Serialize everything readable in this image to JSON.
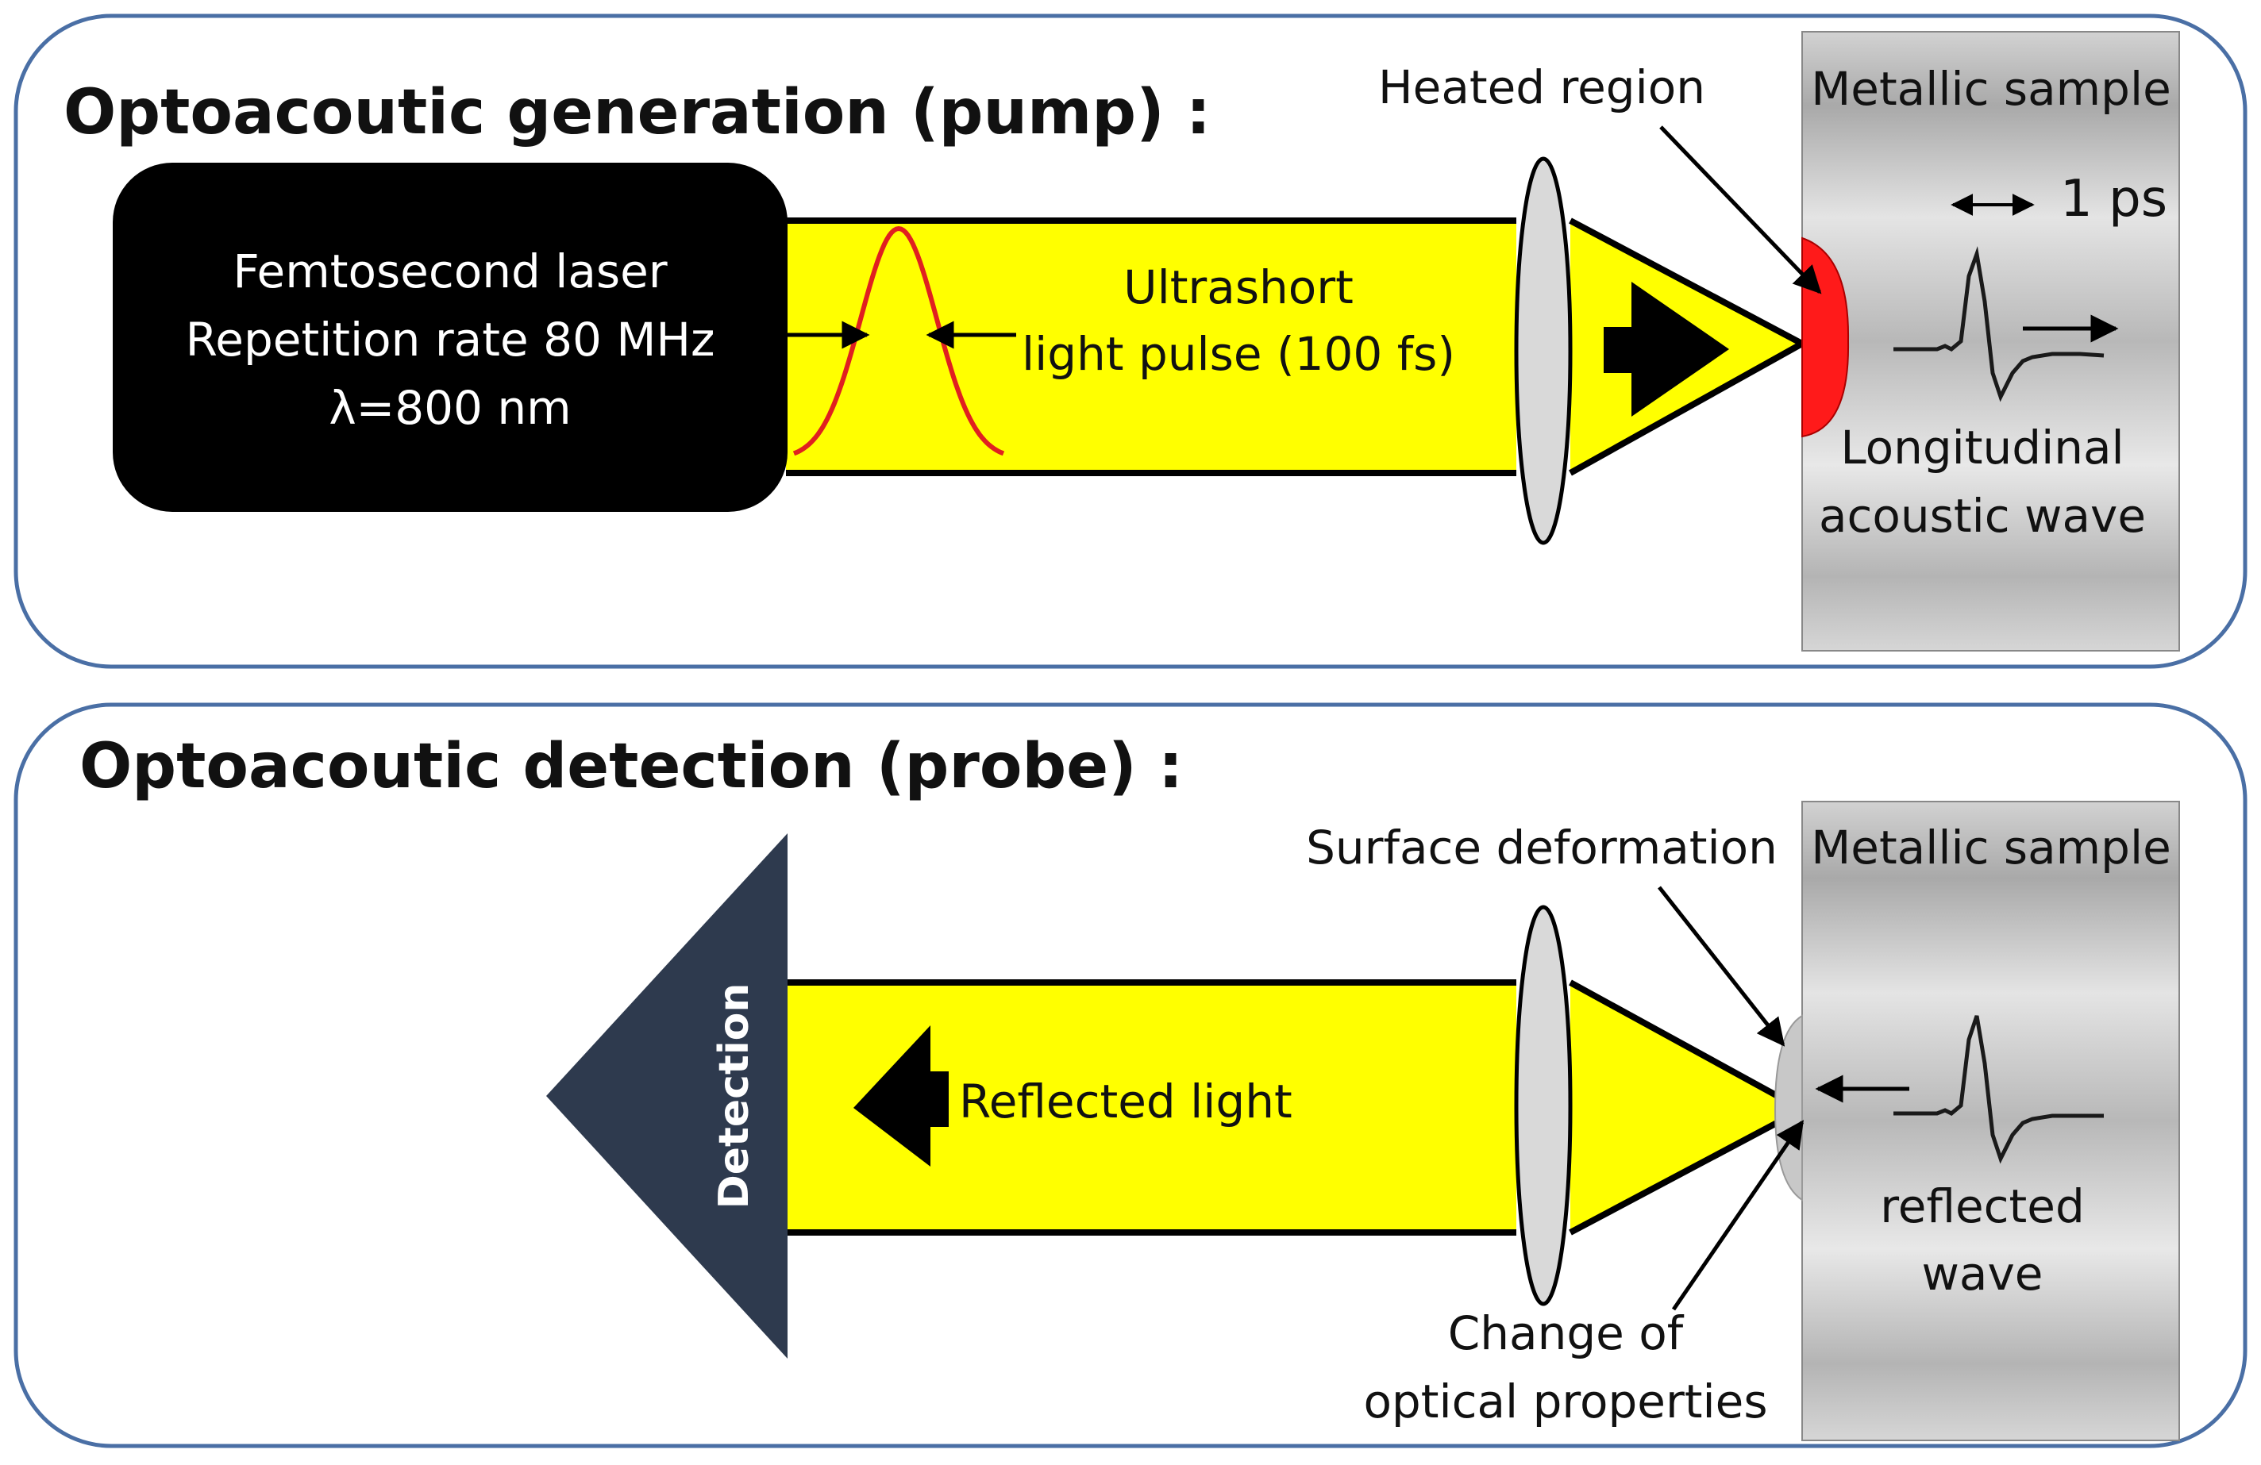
{
  "top_panel": {
    "title": "Optoacoutic generation (pump) :",
    "laser": {
      "line1": "Femtosecond laser",
      "line2": "Repetition rate 80 MHz",
      "line3": "λ=800 nm"
    },
    "pulse_label": {
      "line1": "Ultrashort",
      "line2": "light pulse (100 fs)"
    },
    "heated_region": "Heated region",
    "sample_label": "Metallic sample",
    "time_scale": "1 ps",
    "wave_label": {
      "line1": "Longitudinal",
      "line2": "acoustic wave"
    }
  },
  "bottom_panel": {
    "title": "Optoacoutic detection (probe) :",
    "detection": "Detection",
    "reflected_light": "Reflected light",
    "surface_deformation": "Surface deformation",
    "sample_label": "Metallic sample",
    "wave_label": {
      "line1": "reflected",
      "line2": "wave"
    },
    "optical_change": {
      "line1": "Change of",
      "line2": "optical properties"
    }
  },
  "colors": {
    "beam": "#ffff00",
    "laser_box": "#000000",
    "panel_border": "#4a6fa5",
    "heated": "#ff1a1a",
    "pulse_curve": "#e02020",
    "detector": "#2e3a4e"
  }
}
